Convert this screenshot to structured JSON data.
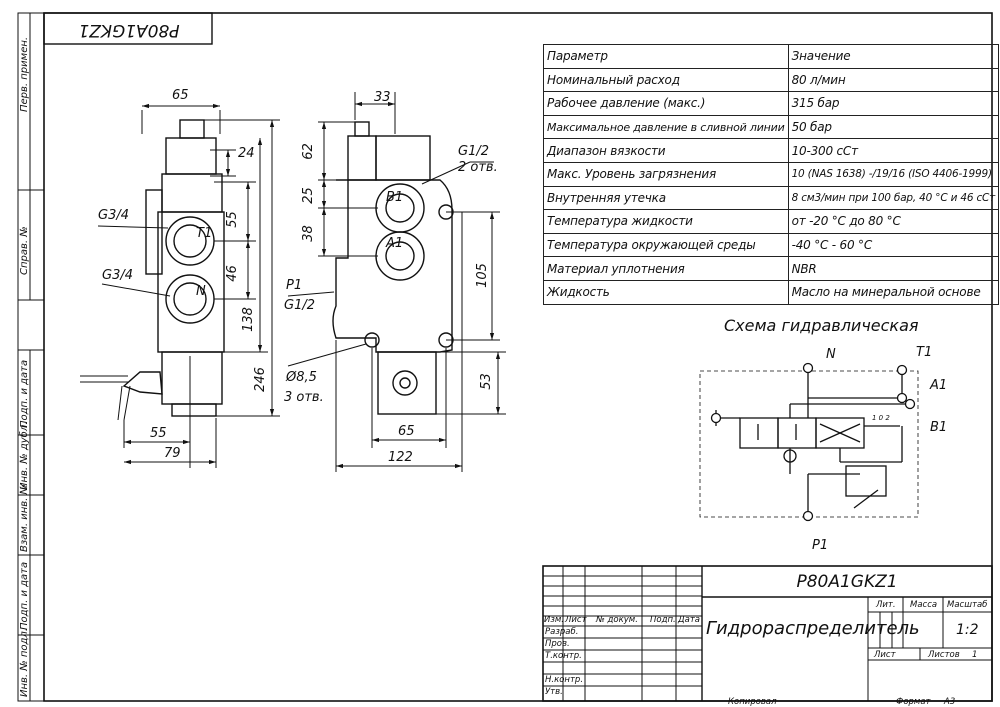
{
  "stamp_code_rotated": "Р80А1GKZ1",
  "side_labels": [
    "Перв. примен.",
    "Справ. №",
    "Подп. и дата",
    "Инв. № дубл.",
    "Взам. инв. №",
    "Подп. и дата",
    "Инв. № подл."
  ],
  "params_table": {
    "headers": [
      "Параметр",
      "Значение"
    ],
    "rows": [
      [
        "Номинальный расход",
        "80 л/мин"
      ],
      [
        "Рабочее давление (макс.)",
        "315 бар"
      ],
      [
        "Максимальное давление в сливной линии",
        "50 бар"
      ],
      [
        "Диапазон вязкости",
        "10-300 сСт"
      ],
      [
        "Макс. Уровень загрязнения",
        "10 (NAS 1638) -/19/16 (ISO 4406-1999)"
      ],
      [
        "Внутренняя утечка",
        "8 см3/мин при 100 бар, 40 °С и 46 сСт"
      ],
      [
        "Температура жидкости",
        "от -20 °С до 80 °С"
      ],
      [
        "Температура окружающей среды",
        "-40 °С - 60 °С"
      ],
      [
        "Материал уплотнения",
        "NBR"
      ],
      [
        "Жидкость",
        "Масло на минеральной основе"
      ]
    ]
  },
  "scheme": {
    "title": "Схема гидравлическая",
    "ports": {
      "n": "N",
      "t1": "T1",
      "a1": "A1",
      "b1": "B1",
      "p1": "P1"
    },
    "spring_numbers": "1 0 2"
  },
  "front_view": {
    "dims": {
      "d65": "65",
      "d24": "24",
      "d55": "55",
      "d46": "46",
      "d138": "138",
      "d246": "246",
      "d55b": "55",
      "d79": "79"
    },
    "labels": {
      "g34a": "G3/4",
      "g34b": "G3/4",
      "t1": "T1",
      "n": "N"
    }
  },
  "side_view": {
    "dims": {
      "d33": "33",
      "d62": "62",
      "d25": "25",
      "d38": "38",
      "d105": "105",
      "d53": "53",
      "d65": "65",
      "d122": "122"
    },
    "labels": {
      "g12": "G1/2",
      "g12_note": "2 отв.",
      "b1": "B1",
      "a1": "A1",
      "p1": "P1",
      "p1_thread": "G1/2",
      "hole": "Ø8,5",
      "hole_note": "3 отв."
    }
  },
  "title_block": {
    "designation": "Р80А1GKZ1",
    "name": "Гидрораспределитель",
    "col_headers": [
      "Изм.",
      "Лист",
      "№ докум.",
      "Подп.",
      "Дата"
    ],
    "row_labels": [
      "Разраб.",
      "Пров.",
      "Т.контр.",
      "Н.контр.",
      "Утв."
    ],
    "lit_label": "Лит.",
    "mass_label": "Масса",
    "scale_label": "Масштаб",
    "scale_value": "1:2",
    "sheet_label": "Лист",
    "sheets_label": "Листов",
    "sheets_value": "1",
    "copied_label": "Копировал",
    "format_label": "Формат",
    "format_value": "А3"
  }
}
